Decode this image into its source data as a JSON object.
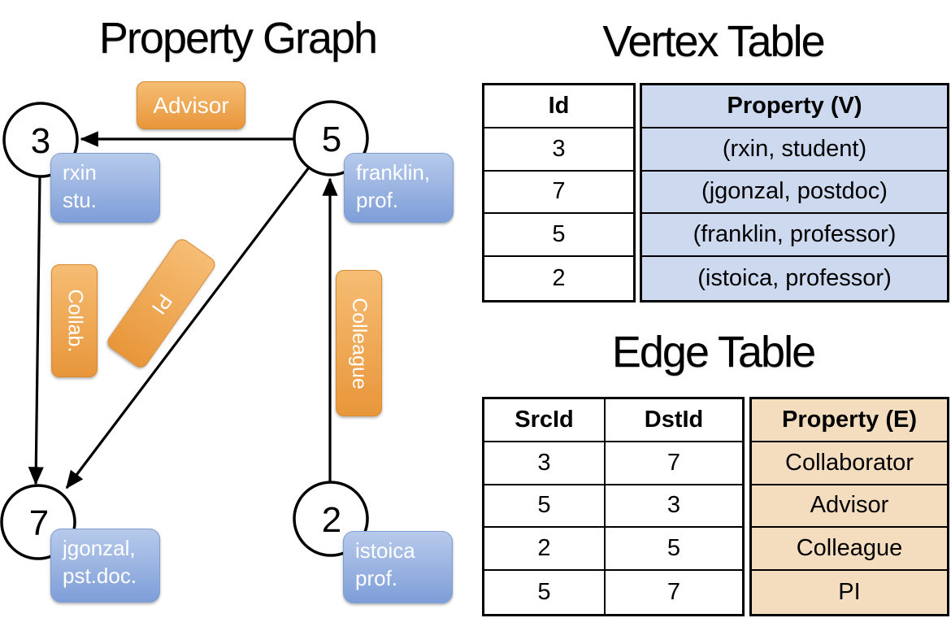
{
  "titles": {
    "graph": "Property Graph",
    "vertex": "Vertex Table",
    "edge": "Edge Table"
  },
  "graph": {
    "nodes": [
      {
        "id": "3"
      },
      {
        "id": "5"
      },
      {
        "id": "7"
      },
      {
        "id": "2"
      }
    ],
    "vertex_boxes": {
      "rxin": {
        "line1": "rxin",
        "line2": "stu."
      },
      "franklin": {
        "line1": "franklin,",
        "line2": "prof."
      },
      "jgonzal": {
        "line1": "jgonzal,",
        "line2": "pst.doc."
      },
      "istoica": {
        "line1": "istoica",
        "line2": "prof."
      }
    },
    "edge_labels": {
      "advisor": "Advisor",
      "collab": "Collab.",
      "pi": "PI",
      "colleague": "Colleague"
    }
  },
  "vertex_table": {
    "headers": {
      "id": "Id",
      "property": "Property (V)"
    },
    "rows": [
      {
        "id": "3",
        "property": "(rxin, student)"
      },
      {
        "id": "7",
        "property": "(jgonzal, postdoc)"
      },
      {
        "id": "5",
        "property": "(franklin, professor)"
      },
      {
        "id": "2",
        "property": "(istoica, professor)"
      }
    ]
  },
  "edge_table": {
    "headers": {
      "src": "SrcId",
      "dst": "DstId",
      "property": "Property (E)"
    },
    "rows": [
      {
        "src": "3",
        "dst": "7",
        "property": "Collaborator"
      },
      {
        "src": "5",
        "dst": "3",
        "property": "Advisor"
      },
      {
        "src": "2",
        "dst": "5",
        "property": "Colleague"
      },
      {
        "src": "5",
        "dst": "7",
        "property": "PI"
      }
    ]
  },
  "colors": {
    "orange_box_top": "#f6bd74",
    "orange_box_bottom": "#e8963a",
    "blue_box_top": "#b7caeb",
    "blue_box_bottom": "#7e9ed8",
    "vertex_property_bg": "#cdd9ee",
    "edge_property_bg": "#f4ddbe",
    "line_color": "#000000"
  }
}
